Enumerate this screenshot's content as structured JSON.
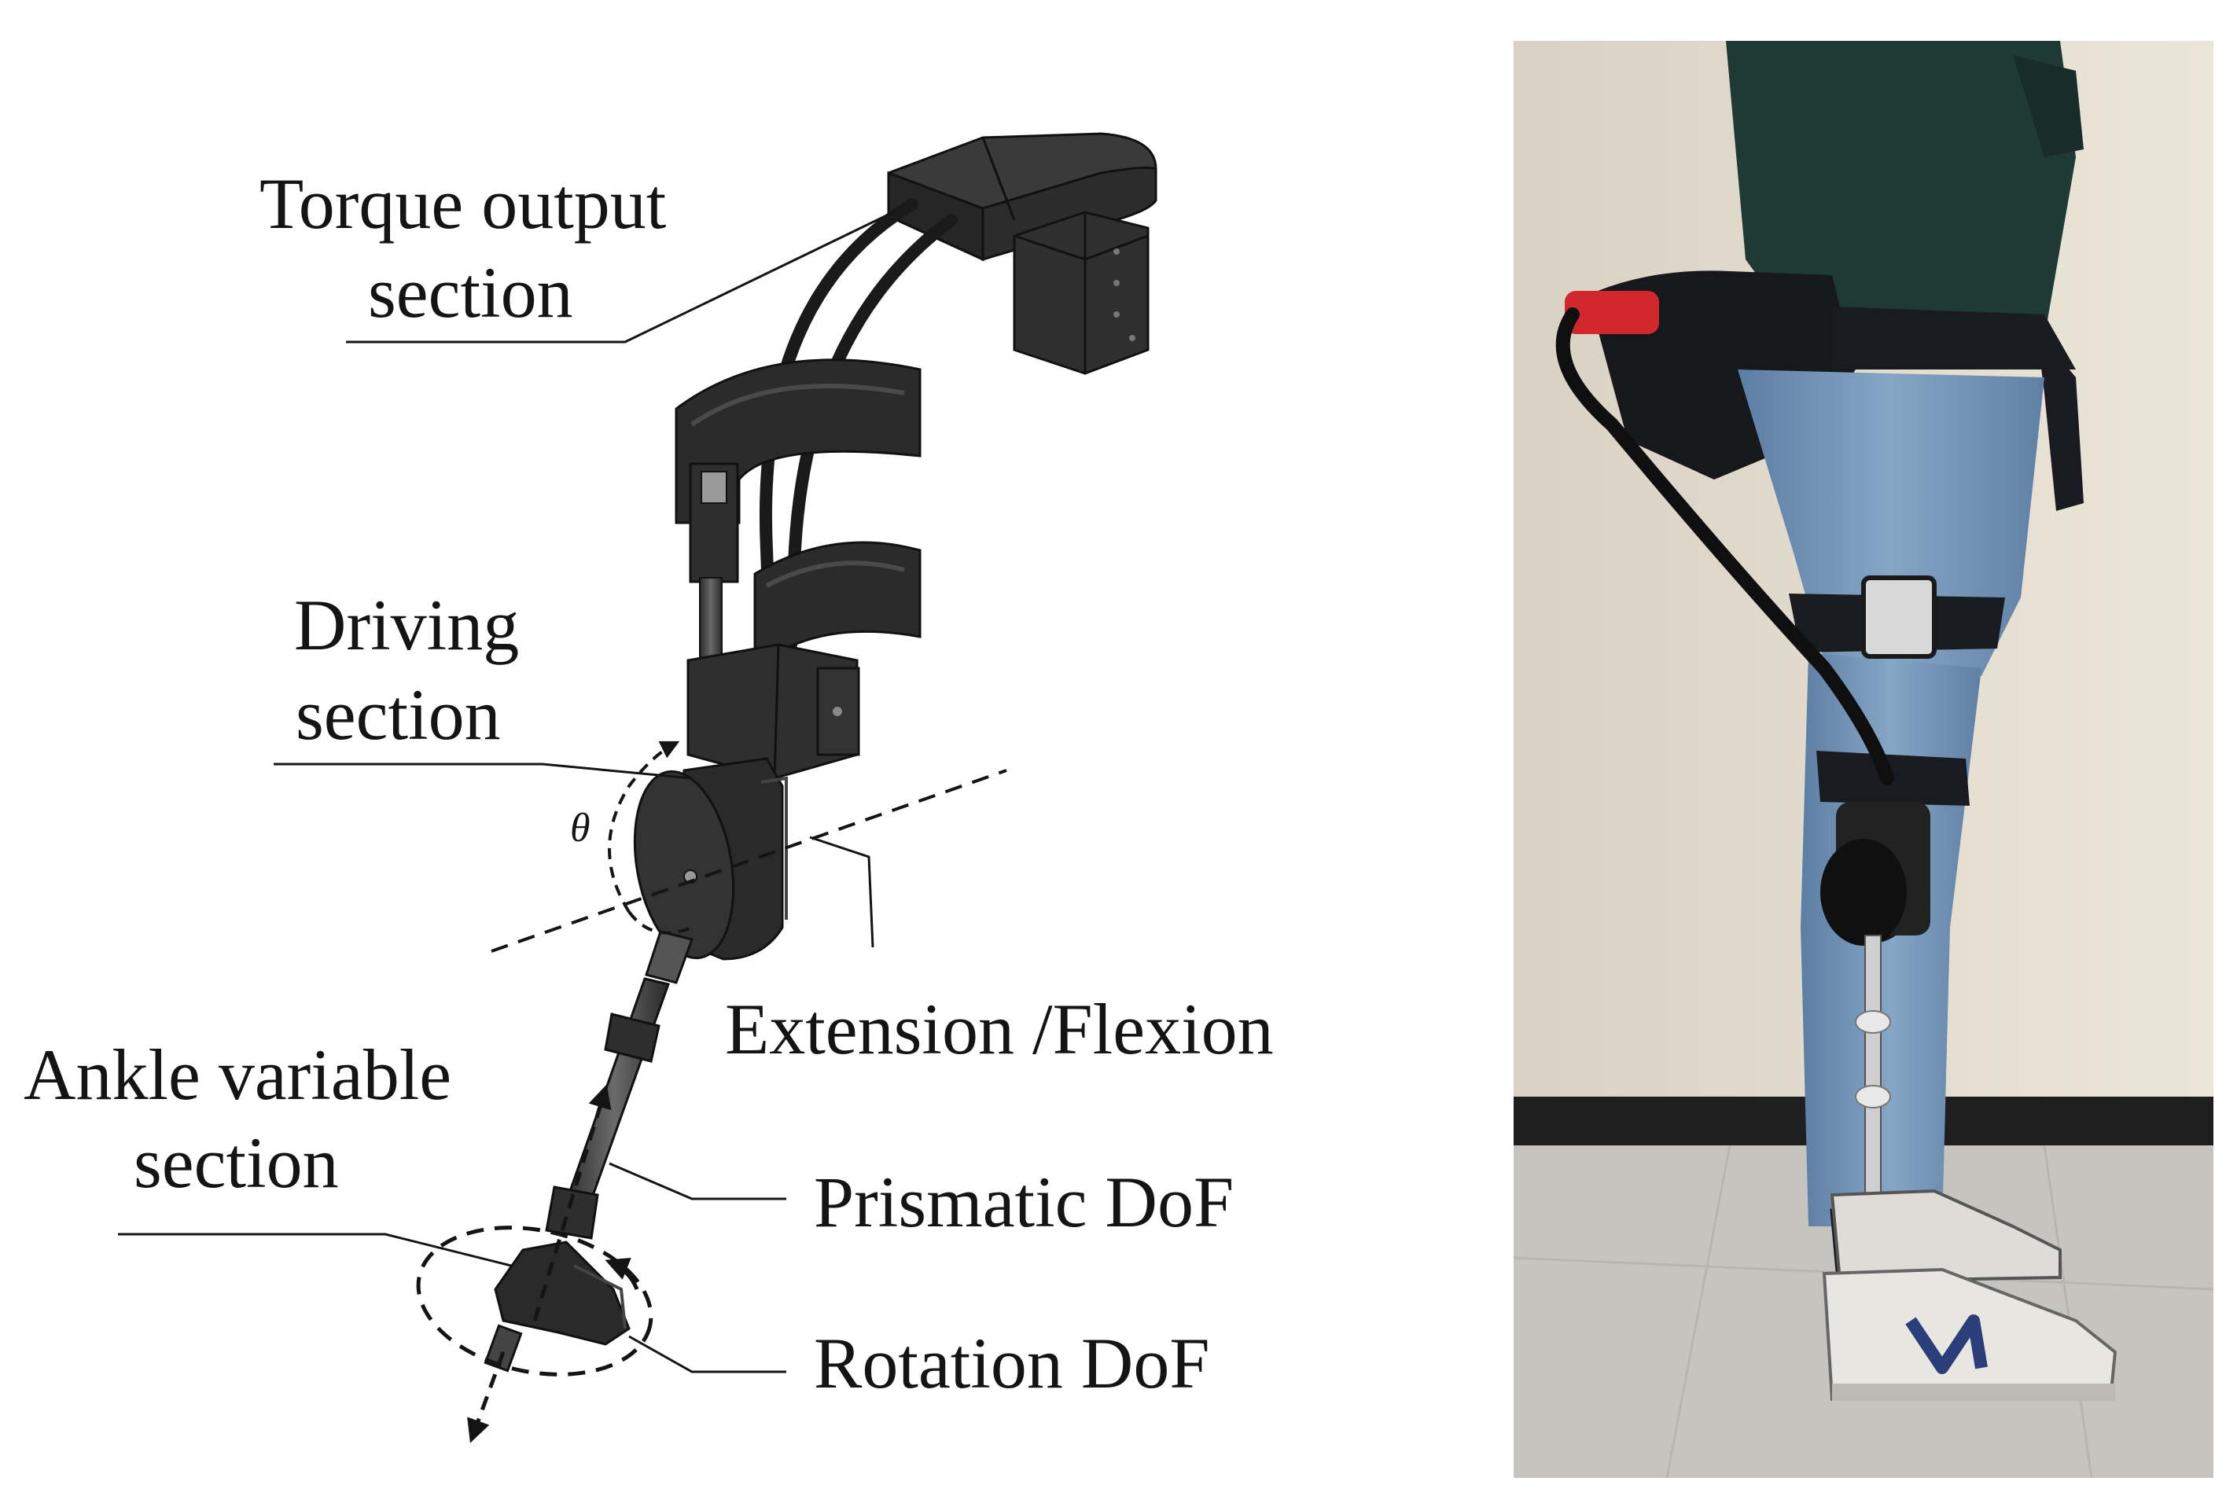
{
  "diagram": {
    "labels": {
      "torque_output": [
        "Torque output",
        "section"
      ],
      "driving": [
        "Driving",
        "section"
      ],
      "extension_flexion": "Extension /Flexion",
      "ankle_variable": [
        "Ankle variable",
        "section"
      ],
      "prismatic": "Prismatic DoF",
      "rotation": "Rotation DoF",
      "theta": "θ"
    }
  },
  "colors": {
    "device_dark": "#2a2a2a",
    "device_mid": "#3c3c3c",
    "device_light": "#5a5a5a",
    "wall": "#e4ddd0",
    "floor": "#c6c4be",
    "baseboard": "#1e1e1e",
    "shirt": "#1f3a34",
    "jeans": "#6f90b3",
    "accent_red": "#d0282c"
  },
  "photo": {
    "description_icons": [
      "wall",
      "baseboard",
      "floor",
      "person-wearing-exoskeleton",
      "sneakers"
    ]
  }
}
